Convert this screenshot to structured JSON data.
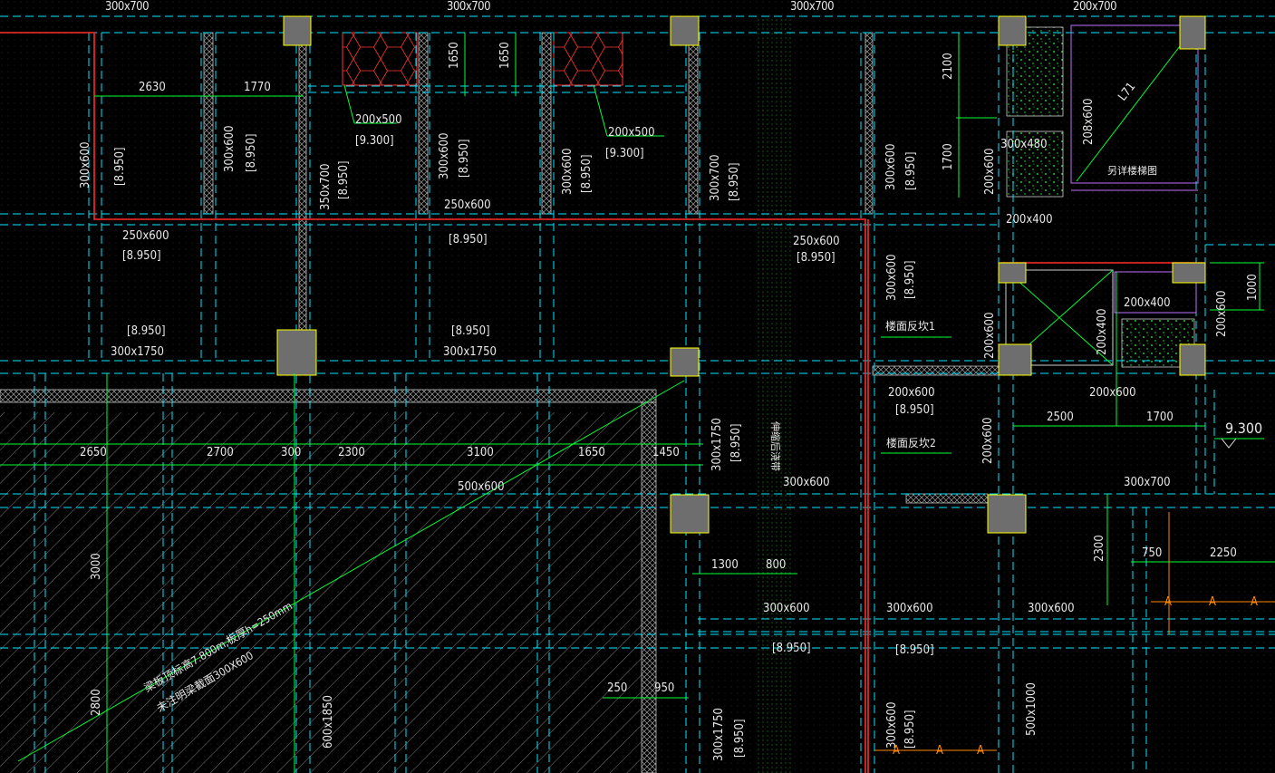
{
  "colors": {
    "background": "#000000",
    "grid_cyan": "#00e5ff",
    "dim_green": "#00ff33",
    "red_edge": "#ff2a2a",
    "column_fill": "#6e6e6e",
    "column_edge": "#ffff00",
    "wall_hatch": "#bdbdbd",
    "text": "#e8e8e8",
    "orange": "#ff8800",
    "magenta": "#c070ff"
  },
  "icons": [
    "hexagon-hatch",
    "stipple-hatch",
    "diagonal-hatch",
    "cross-box",
    "elevation-marker"
  ],
  "labels": {
    "top_300x700_a": "300x700",
    "top_300x700_b": "300x700",
    "top_300x700_c": "300x700",
    "top_200x700": "200x700",
    "dim_2630": "2630",
    "dim_1770": "1770",
    "dim_1650_a": "1650",
    "dim_1650_b": "1650",
    "dim_2100": "2100",
    "dim_1700_v": "1700",
    "beam_200x500_a": "200x500",
    "elev_9300_a": "[9.300]",
    "beam_200x500_b": "200x500",
    "elev_9300_b": "[9.300]",
    "v_300x600_a": "300x600",
    "v_elev_8950_a": "[8.950]",
    "v_300x600_b": "300x600",
    "v_elev_8950_b": "[8.950]",
    "v_350x700": "350x700",
    "v_elev_8950_c": "[8.950]",
    "v_300x600_c": "300x600",
    "v_elev_8950_d": "[8.950]",
    "v_300x600_d": "300x600",
    "v_elev_8950_e": "[8.950]",
    "v_300x700": "300x700",
    "v_elev_8950_f": "[8.950]",
    "v_300x600_e": "300x600",
    "v_elev_8950_g": "[8.950]",
    "beam_250x600_a": "250x600",
    "beam_250x600_b": "250x600",
    "elev_8950_b": "[8.950]",
    "elev_8950_c": "[8.950]",
    "beam_250x600_c": "250x600",
    "elev_8950_d": "[8.950]",
    "elev_8950_e": "[8.950]",
    "beam_300x1750_a": "300x1750",
    "elev_8950_f": "[8.950]",
    "beam_300x1750_b": "300x1750",
    "v_200x600_a": "200x600",
    "beam_300x480": "300x480",
    "beam_200x400_a": "200x400",
    "v_208x600": "208x600",
    "label_l71": "L71",
    "label_stair_a": "另详楼梯图",
    "v_300x600_f": "300x600",
    "v_elev_8950_h": "[8.950]",
    "label_slab_a": "楼面反坎1",
    "v_200x600_b": "200x600",
    "v_200x400": "200x400",
    "beam_200x400_b": "200x400",
    "v_200x600_c": "200x600",
    "dim_1000": "1000",
    "beam_200x600_a": "200x600",
    "elev_8950_g": "[8.950]",
    "beam_200x600_b": "200x600",
    "dim_2500": "2500",
    "dim_1700_h": "1700",
    "elev_9300_c": "9.300",
    "dim_2650": "2650",
    "dim_2700": "2700",
    "dim_300": "300",
    "dim_2300": "2300",
    "dim_3100": "3100",
    "dim_1650_h": "1650",
    "dim_1450": "1450",
    "beam_500x600": "500x600",
    "v_300x1750_a": "300x1750",
    "v_elev_8950_i": "[8.950]",
    "label_post_pour": "伸缩后浇带",
    "beam_300x600_a": "300x600",
    "label_slab_b": "楼面反坎2",
    "v_200x600_d": "200x600",
    "beam_300x700_b": "300x700",
    "dim_3000": "3000",
    "dim_2300_v": "2300",
    "dim_750": "750",
    "dim_2250": "2250",
    "dim_1300": "1300",
    "dim_800": "800",
    "beam_300x600_b": "300x600",
    "beam_300x600_c": "300x600",
    "beam_300x600_d": "300x600",
    "elev_8950_h": "[8.950]",
    "elev_8950_i": "[8.950]",
    "note_1": "梁板顶标高7.800m,板厚h=250mm",
    "note_2": "未注明梁截面300X600",
    "dim_2800": "2800",
    "v_600x1850": "600x1850",
    "dim_250": "250",
    "dim_950": "950",
    "v_300x1750_b": "300x1750",
    "v_elev_8950_j": "[8.950]",
    "v_300x600_g": "300x600",
    "v_elev_8950_k": "[8.950]",
    "v_500x1000": "500x1000",
    "section_a": "A"
  }
}
